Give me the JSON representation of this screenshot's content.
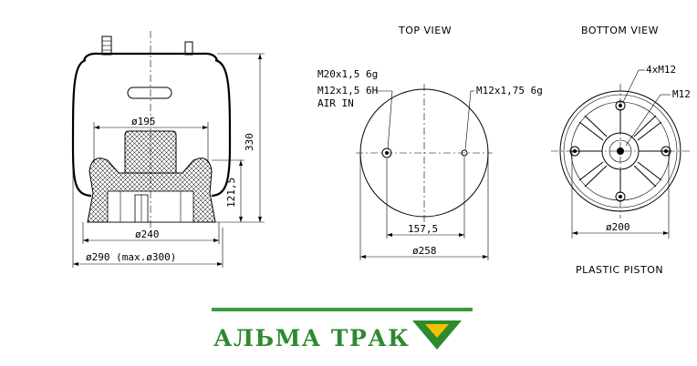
{
  "labels": {
    "top_view": "TOP VIEW",
    "bottom_view": "BOTTOM VIEW",
    "plastic_piston": "PLASTIC PISTON"
  },
  "side_view": {
    "dim_195": "ø195",
    "dim_240": "ø240",
    "dim_290": "ø290 (max.ø300)",
    "dim_330": "330",
    "dim_121": "121,5"
  },
  "top_view": {
    "callout_1": "M20x1,5 6g",
    "callout_2": "M12x1,5 6H",
    "callout_3": "AIR IN",
    "callout_right": "M12x1,75 6g",
    "dim_157": "157,5",
    "dim_258": "ø258"
  },
  "bottom_view": {
    "callout_1": "4xM12",
    "callout_2": "M12",
    "dim_200": "ø200"
  },
  "brand": {
    "name": "АЛЬМА ТРАК",
    "colors": {
      "green": "#2f8a2f",
      "yellow": "#f2c200",
      "bar": "#3c9a3c"
    }
  }
}
